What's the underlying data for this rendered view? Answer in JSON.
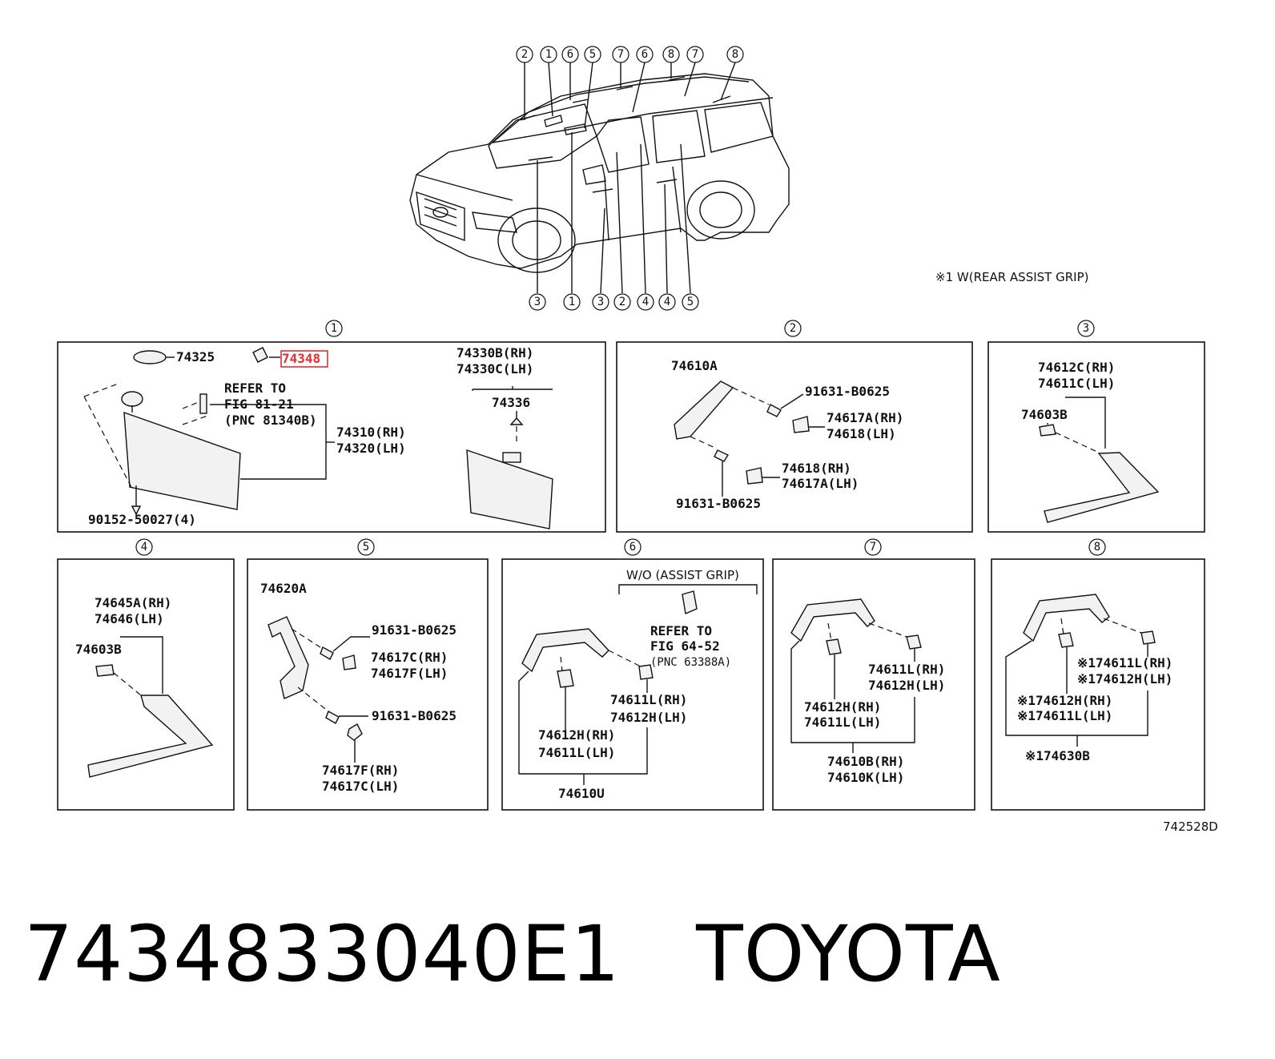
{
  "diagram": {
    "overview": {
      "top_callouts": [
        "2",
        "1",
        "6",
        "5",
        "7",
        "6",
        "8",
        "7",
        "8"
      ],
      "bottom_callouts": [
        "3",
        "1",
        "3",
        "2",
        "4",
        "4",
        "5"
      ],
      "note": "※1 W(REAR ASSIST GRIP)"
    },
    "panels": [
      {
        "number": "1",
        "labels": [
          "74325",
          "74348",
          "74330B(RH)",
          "74330C(LH)",
          "74336",
          "REFER TO",
          "FIG 81-21",
          "(PNC 81340B)",
          "74310(RH)",
          "74320(LH)",
          "90152-50027(4)"
        ]
      },
      {
        "number": "2",
        "labels": [
          "74610A",
          "91631-B0625",
          "74617A(RH)",
          "74618(LH)",
          "74618(RH)",
          "74617A(LH)",
          "91631-B0625"
        ]
      },
      {
        "number": "3",
        "labels": [
          "74612C(RH)",
          "74611C(LH)",
          "74603B"
        ]
      },
      {
        "number": "4",
        "labels": [
          "74645A(RH)",
          "74646(LH)",
          "74603B"
        ]
      },
      {
        "number": "5",
        "labels": [
          "74620A",
          "91631-B0625",
          "74617C(RH)",
          "74617F(LH)",
          "91631-B0625",
          "74617F(RH)",
          "74617C(LH)"
        ]
      },
      {
        "number": "6",
        "labels": [
          "W/O (ASSIST GRIP)",
          "REFER TO",
          "FIG 64-52",
          "(PNC 63388A)",
          "74611L(RH)",
          "74612H(LH)",
          "74612H(RH)",
          "74611L(LH)",
          "74610U"
        ]
      },
      {
        "number": "7",
        "labels": [
          "74611L(RH)",
          "74612H(LH)",
          "74612H(RH)",
          "74611L(LH)",
          "74610B(RH)",
          "74610K(LH)"
        ]
      },
      {
        "number": "8",
        "labels": [
          "※174611L(RH)",
          "※174612H(LH)",
          "※174612H(RH)",
          "※174611L(LH)",
          "※174630B"
        ]
      }
    ],
    "figure_code": "742528D",
    "highlight_color": "#e03030"
  },
  "footer": {
    "part_number": "7434833040E1",
    "brand": "TOYOTA"
  }
}
